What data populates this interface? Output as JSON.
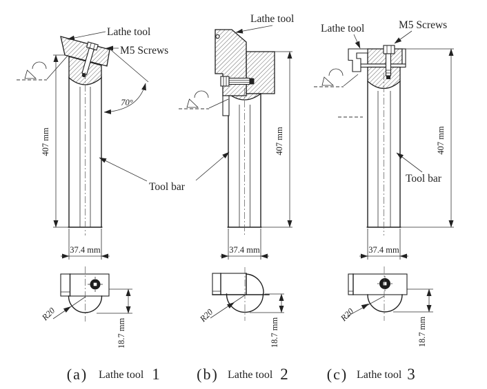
{
  "drawing": {
    "background": "#ffffff",
    "ink": "#1f1f1f",
    "tools": [
      {
        "caption_prefix": "(a)",
        "caption_label": "Lathe tool",
        "caption_number": "1",
        "labels": {
          "lathe_tool": "Lathe tool",
          "m5_screws": "M5 Screws",
          "tool_bar": "Tool bar"
        },
        "dims": {
          "length": "407 mm",
          "width": "37.4 mm",
          "radius": "R20",
          "center_offset": "18.7 mm",
          "edge_angle": "70°"
        }
      },
      {
        "caption_prefix": "(b)",
        "caption_label": "Lathe tool",
        "caption_number": "2",
        "labels": {
          "lathe_tool": "Lathe tool"
        },
        "dims": {
          "length": "407 mm",
          "width": "37.4 mm",
          "radius": "R20",
          "center_offset": "18.7 mm"
        }
      },
      {
        "caption_prefix": "(c)",
        "caption_label": "Lathe tool",
        "caption_number": "3",
        "labels": {
          "lathe_tool": "Lathe tool",
          "m5_screws": "M5 Screws",
          "tool_bar": "Tool bar"
        },
        "dims": {
          "length": "407 mm",
          "width": "37.4 mm",
          "radius": "R20",
          "center_offset": "18.7 mm"
        }
      }
    ]
  }
}
